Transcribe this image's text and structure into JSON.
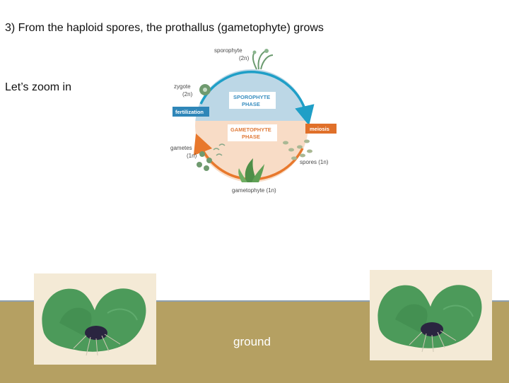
{
  "slide": {
    "title": "3) From the haploid spores, the prothallus (gametophyte) grows",
    "subtitle": "Let’s zoom in",
    "ground_label": "ground"
  },
  "diagram": {
    "sporophyte_label": "sporophyte",
    "sporophyte_ploidy": "(2n)",
    "zygote_label": "zygote",
    "zygote_ploidy": "(2n)",
    "fertilization_label": "fertilization",
    "sporophyte_phase_line1": "SPOROPHYTE",
    "sporophyte_phase_line2": "PHASE",
    "gametophyte_phase_line1": "GAMETOPHYTE",
    "gametophyte_phase_line2": "PHASE",
    "meiosis_label": "meiosis",
    "gametes_label": "gametes",
    "gametes_ploidy": "(1n)",
    "spores_label": "spores (1n)",
    "gametophyte_label": "gametophyte (1n)",
    "colors": {
      "sporophyte_phase": "#bcd7e6",
      "gametophyte_phase": "#f8dcc6",
      "blue_arrow": "#1f9fc7",
      "orange_arrow": "#e8782c",
      "fertilization_tag": "#2f86b8",
      "meiosis_tag": "#e0702a"
    }
  }
}
